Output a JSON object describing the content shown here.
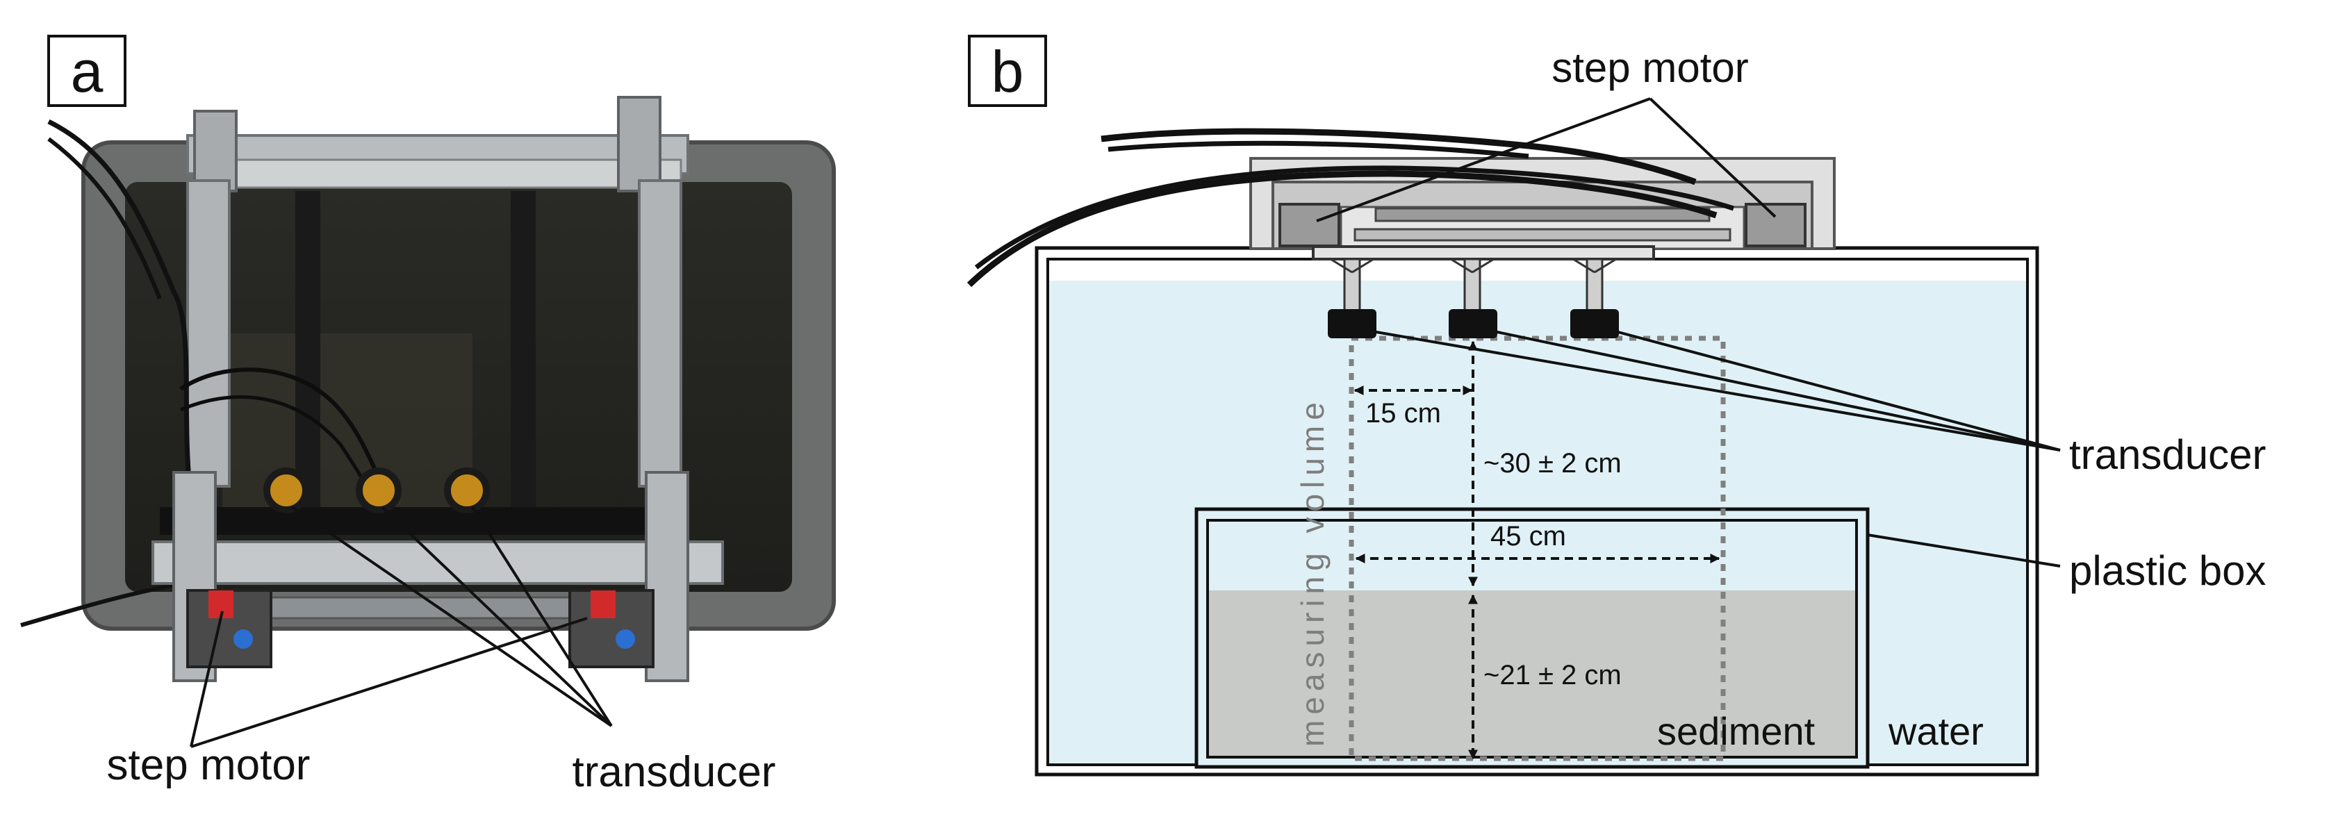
{
  "panel_a": {
    "panel_letter": "a",
    "labels": {
      "step_motor": "step motor",
      "transducer": "transducer"
    }
  },
  "panel_b": {
    "panel_letter": "b",
    "labels": {
      "step_motor": "step motor",
      "transducer": "transducer",
      "plastic_box": "plastic box",
      "measuring_volume": "measuring volume",
      "spacing": "15 cm",
      "height_to_sediment": "~30 ± 2 cm",
      "box_width": "45 cm",
      "sediment_depth": "~21 ± 2 cm",
      "sediment": "sediment",
      "water": "water"
    }
  },
  "colors": {
    "water": "#dff1f6",
    "sediment": "#c8cac7",
    "frame_light": "#d7d7d7",
    "frame_mid": "#b4b4b4",
    "motor": "#9a9a9a",
    "transducer": "#111111",
    "measuring_volume_line": "#808080"
  }
}
